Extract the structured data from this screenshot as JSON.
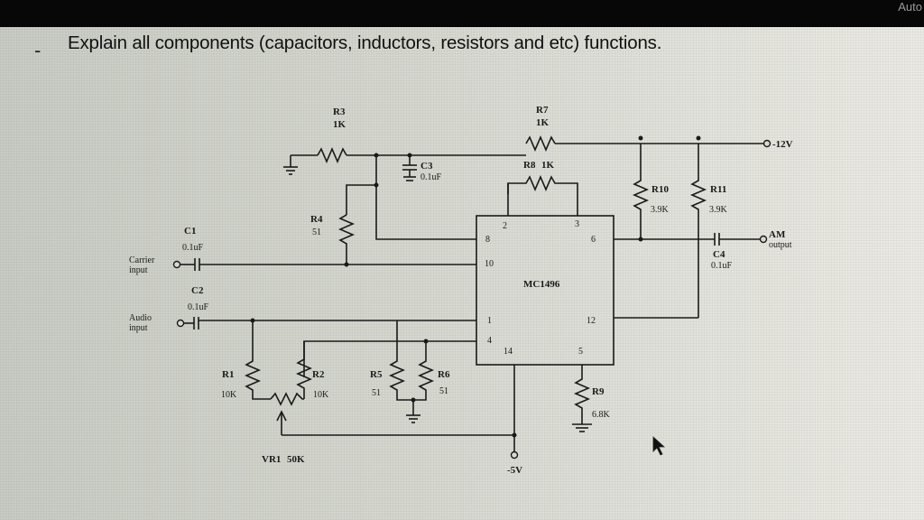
{
  "window": {
    "corner_label": "Auto"
  },
  "slide": {
    "bullet": "-",
    "question": "Explain all components (capacitors, inductors, resistors and etc) functions."
  },
  "circuit": {
    "ic": {
      "name": "MC1496",
      "pins": {
        "p2": "2",
        "p3": "3",
        "p8": "8",
        "p6": "6",
        "p10": "10",
        "p1": "1",
        "p12": "12",
        "p4": "4",
        "p14": "14",
        "p5": "5"
      }
    },
    "components": {
      "R3": {
        "name": "R3",
        "value": "1K"
      },
      "R7": {
        "name": "R7",
        "value": "1K"
      },
      "R8": {
        "name": "R8",
        "value": "1K"
      },
      "R4": {
        "name": "R4",
        "value": "51"
      },
      "R10": {
        "name": "R10",
        "value": "3.9K"
      },
      "R11": {
        "name": "R11",
        "value": "3.9K"
      },
      "R1": {
        "name": "R1",
        "value": "10K"
      },
      "R2": {
        "name": "R2",
        "value": "10K"
      },
      "R5": {
        "name": "R5",
        "value": "51"
      },
      "R6": {
        "name": "R6",
        "value": "51"
      },
      "R9": {
        "name": "R9",
        "value": "6.8K"
      },
      "VR1": {
        "name": "VR1",
        "value": "50K"
      },
      "C1": {
        "name": "C1",
        "value": "0.1uF"
      },
      "C2": {
        "name": "C2",
        "value": "0.1uF"
      },
      "C3": {
        "name": "C3",
        "value": "0.1uF"
      },
      "C4": {
        "name": "C4",
        "value": "0.1uF"
      }
    },
    "terminals": {
      "vcc": "-12V",
      "vee": "-5V",
      "carrier_1": "Carrier",
      "carrier_2": "input",
      "audio_1": "Audio",
      "audio_2": "input",
      "am_1": "AM",
      "am_2": "output"
    }
  }
}
